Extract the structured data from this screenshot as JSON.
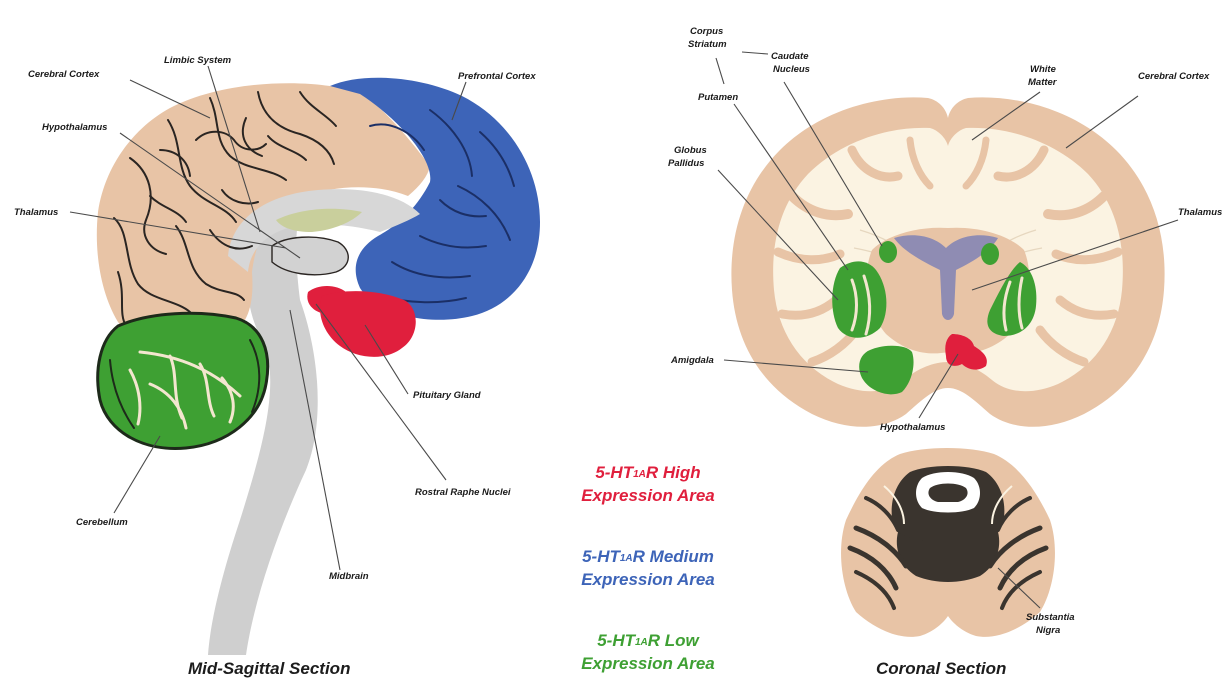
{
  "colors": {
    "cortex": "#e8c4a6",
    "high": "#e01f3d",
    "medium": "#3d64b8",
    "low": "#3ea033",
    "grey": "#cfcfcf",
    "white_matter": "#fbf3e2",
    "ventricle": "#8f8cb3"
  },
  "sagittal": {
    "title": "Mid-Sagittal Section",
    "labels": {
      "cerebral_cortex": "Cerebral Cortex",
      "limbic_system": "Limbic System",
      "prefrontal_cortex": "Prefrontal Cortex",
      "hypothalamus": "Hypothalamus",
      "thalamus": "Thalamus",
      "pituitary_gland": "Pituitary Gland",
      "rostral_raphe": "Rostral Raphe Nuclei",
      "cerebellum": "Cerebellum",
      "midbrain": "Midbrain"
    }
  },
  "coronal": {
    "title": "Coronal Section",
    "labels": {
      "corpus_striatum_1": "Corpus",
      "corpus_striatum_2": "Striatum",
      "caudate_1": "Caudate",
      "caudate_2": "Nucleus",
      "white_matter_1": "White",
      "white_matter_2": "Matter",
      "cerebral_cortex": "Cerebral Cortex",
      "putamen": "Putamen",
      "globus_1": "Globus",
      "globus_2": "Pallidus",
      "thalamus": "Thalamus",
      "amigdala": "Amigdala",
      "hypothalamus": "Hypothalamus",
      "substantia_1": "Substantia",
      "substantia_2": "Nigra"
    }
  },
  "legend": {
    "high": {
      "prefix": "5-HT",
      "sub": "1A",
      "suffix": "R High",
      "line2": "Expression Area"
    },
    "medium": {
      "prefix": "5-HT",
      "sub": "1A",
      "suffix": "R Medium",
      "line2": "Expression Area"
    },
    "low": {
      "prefix": "5-HT",
      "sub": "1A",
      "suffix": "R Low",
      "line2": "Expression Area"
    }
  }
}
